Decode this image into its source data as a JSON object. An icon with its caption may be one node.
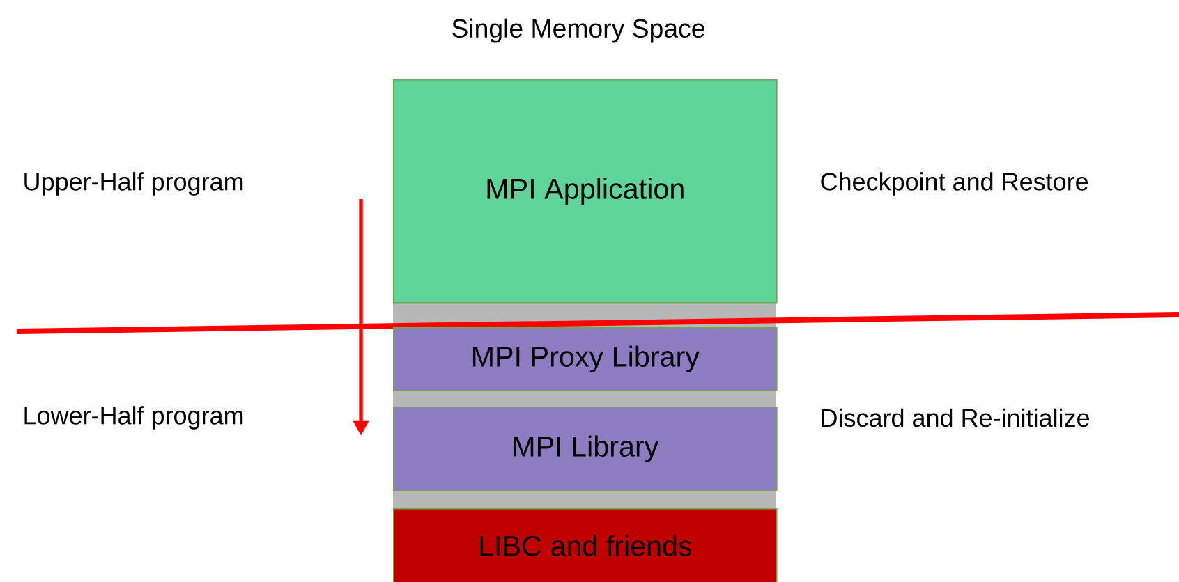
{
  "diagram": {
    "title": "Single Memory Space",
    "nodes": [
      {
        "text": [
          "MPI Application"
        ]
      },
      {
        "text": [
          "MPI Proxy Library"
        ]
      },
      {
        "text": [
          "MPI Library"
        ]
      },
      {
        "text": [
          "LIBC and friends"
        ]
      }
    ],
    "labels": [
      "Upper-Half program",
      "Checkpoint and Restore",
      "Lower-Half program",
      "Discard and Re-initialize"
    ]
  }
}
